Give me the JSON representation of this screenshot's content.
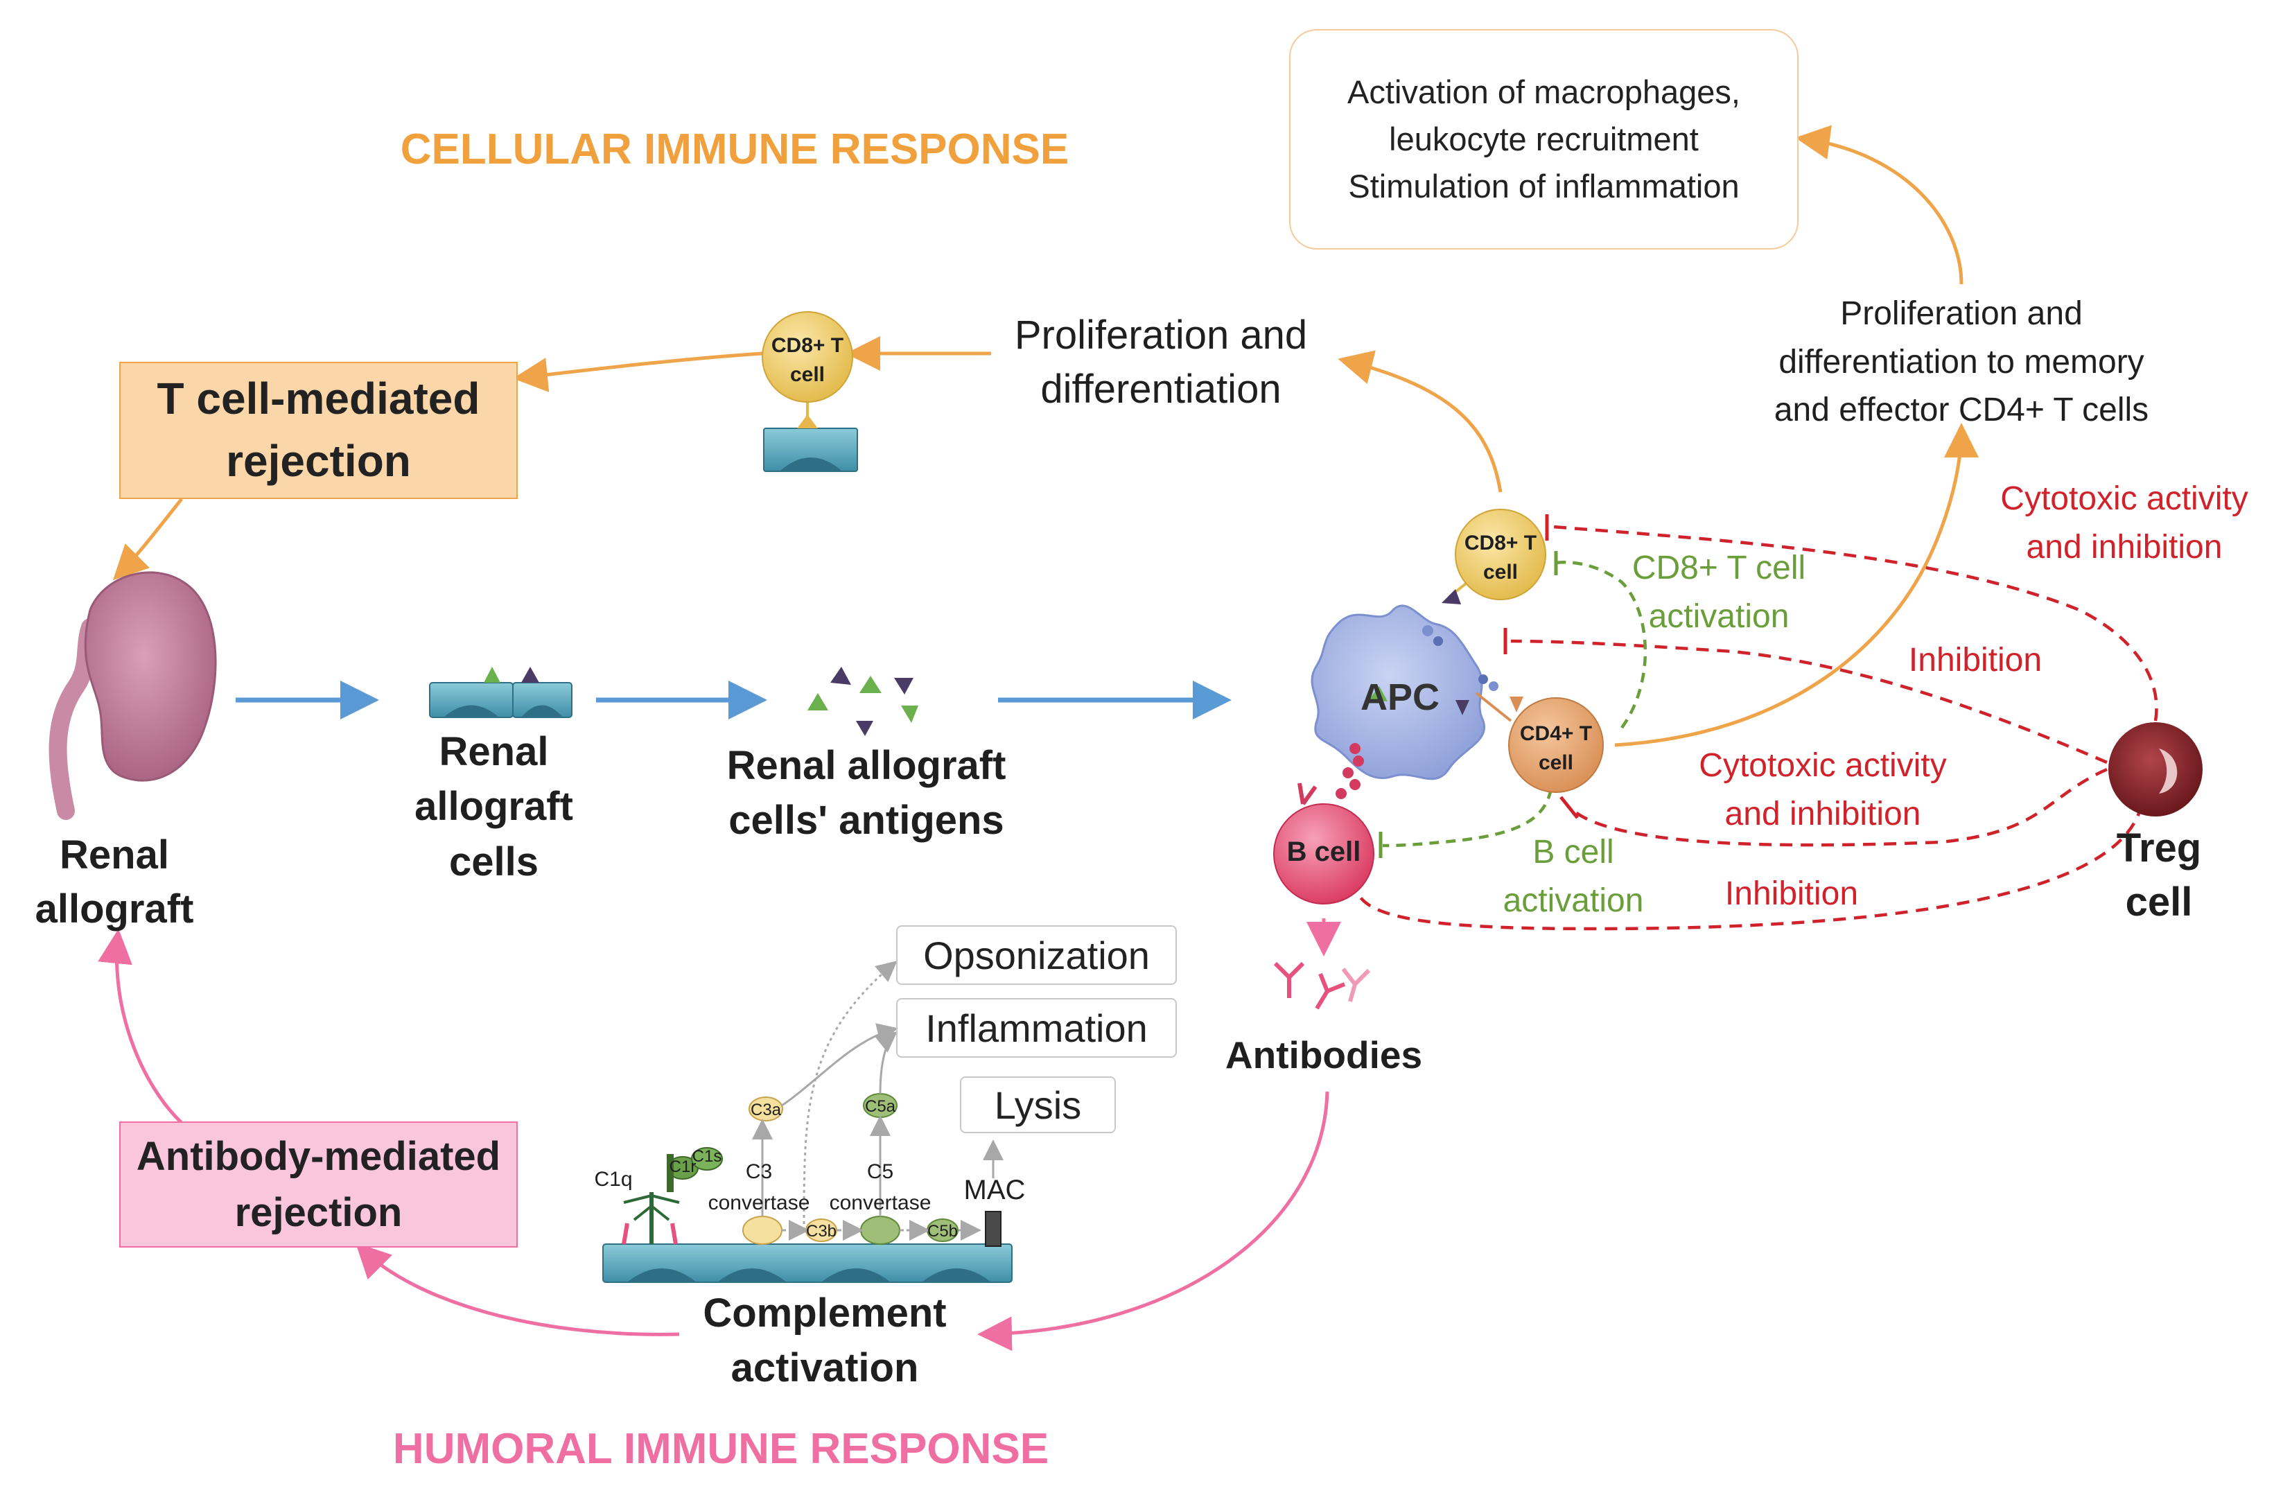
{
  "titles": {
    "cellular": "CELLULAR IMMUNE RESPONSE",
    "humoral": "HUMORAL IMMUNE RESPONSE"
  },
  "boxes": {
    "t_cell_rejection": "T cell-mediated\nrejection",
    "antibody_rejection": "Antibody-mediated\nrejection",
    "macrophage_activation": "Activation of macrophages,\nleukocyte recruitment\nStimulation of inflammation",
    "opsonization": "Opsonization",
    "inflammation": "Inflammation",
    "lysis": "Lysis"
  },
  "labels": {
    "renal_allograft": "Renal\nallograft",
    "renal_allograft_cells": "Renal\nallograft\ncells",
    "renal_allograft_antigens": "Renal allograft\ncells' antigens",
    "proliferation_differentiation": "Proliferation and\ndifferentiation",
    "proliferation_memory": "Proliferation and\ndifferentiation to memory\nand effector CD4+ T cells",
    "cd8_activation": "CD8+ T cell\nactivation",
    "b_cell_activation": "B cell\nactivation",
    "cytotoxic_1": "Cytotoxic activity\nand inhibition",
    "cytotoxic_2": "Cytotoxic activity\nand inhibition",
    "inhibition_1": "Inhibition",
    "inhibition_2": "Inhibition",
    "treg_cell": "Treg\ncell",
    "antibodies": "Antibodies",
    "complement_activation": "Complement\nactivation",
    "mac": "MAC",
    "c1q": "C1q",
    "c1r": "C1r",
    "c1s": "C1s",
    "c3_convertase": "C3\nconvertase",
    "c5_convertase": "C5\nconvertase",
    "c3a": "C3a",
    "c3b": "C3b",
    "c5a": "C5a",
    "c5b": "C5b"
  },
  "cells": {
    "cd8_top": "CD8+ T\ncell",
    "cd8_right": "CD8+ T\ncell",
    "cd4": "CD4+ T\ncell",
    "apc": "APC",
    "b_cell": "B cell"
  },
  "colors": {
    "orange": "#f0a44a",
    "orange_title": "#f0a03c",
    "pink": "#ef6fa3",
    "blue": "#5b9bd5",
    "red": "#d0222a",
    "green": "#6a9e3a"
  }
}
